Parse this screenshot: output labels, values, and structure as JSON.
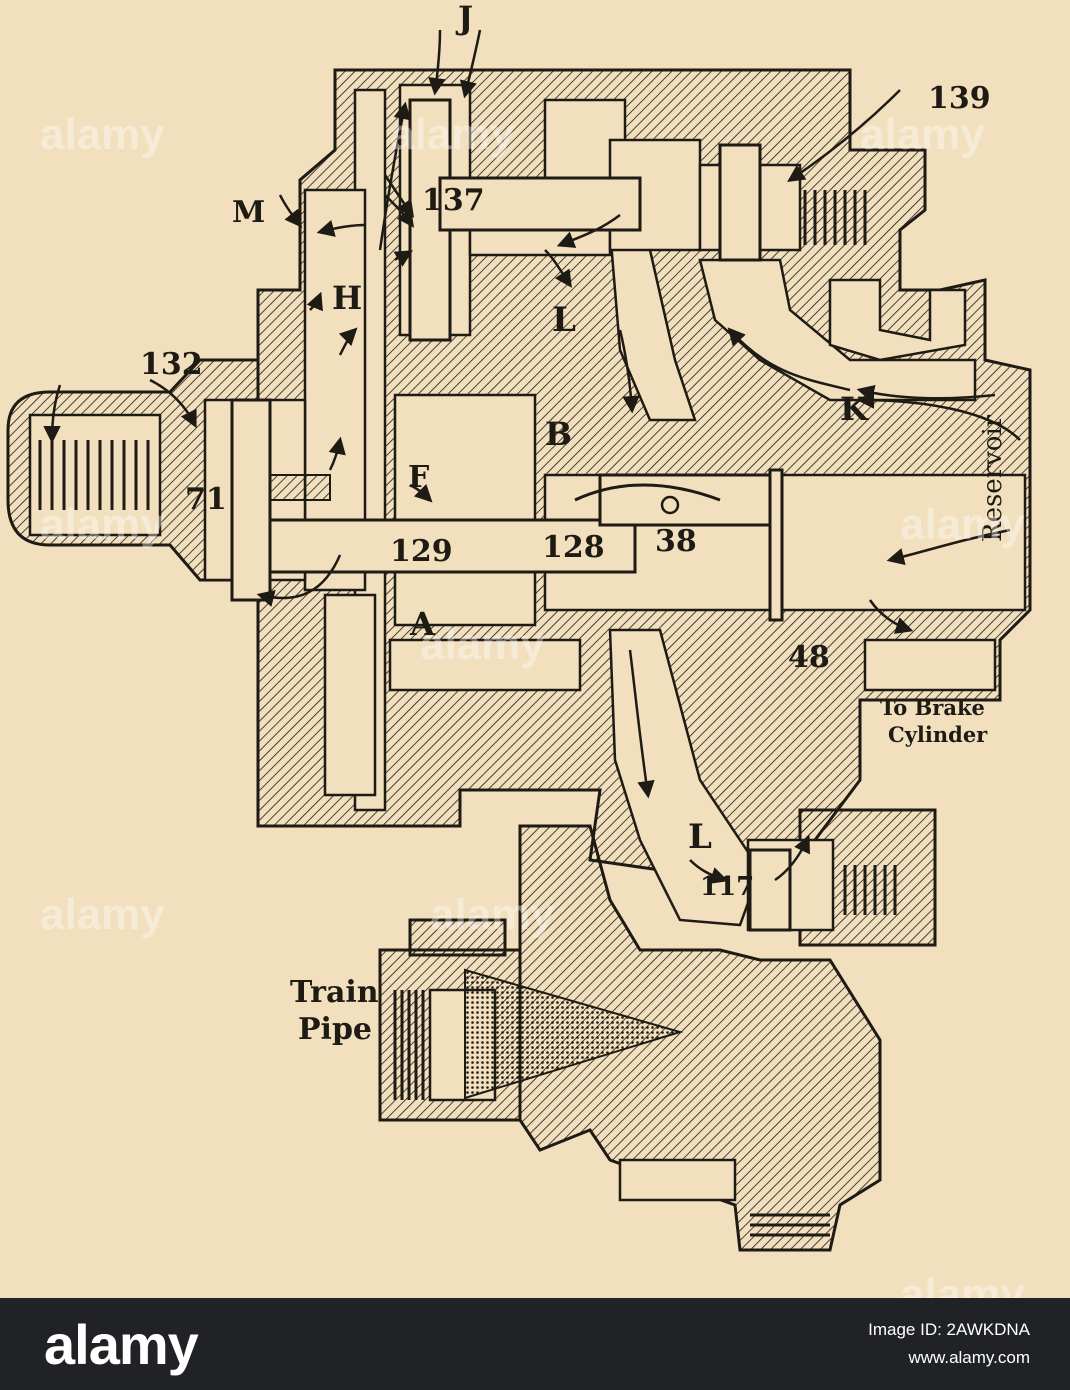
{
  "diagram": {
    "labels": {
      "j": "J",
      "n139": "139",
      "m": "M",
      "n137": "137",
      "h": "H",
      "l_upper": "L",
      "n132": "132",
      "b": "B",
      "k": "K",
      "f": "F",
      "n71": "71",
      "n129": "129",
      "n128": "128",
      "n38": "38",
      "a": "A",
      "n48": "48",
      "reservoir": "Reservoir",
      "to_brake": "To Brake",
      "cylinder": "Cylinder",
      "l_lower": "L",
      "n117": "117",
      "train": "Train",
      "pipe": "Pipe"
    },
    "colors": {
      "paper": "#f1dfbe",
      "ink": "#1e1a14"
    }
  },
  "watermark": {
    "text": "alamy"
  },
  "footer": {
    "logo": "alamy",
    "image_id": "Image ID: 2AWKDNA",
    "url": "www.alamy.com"
  }
}
